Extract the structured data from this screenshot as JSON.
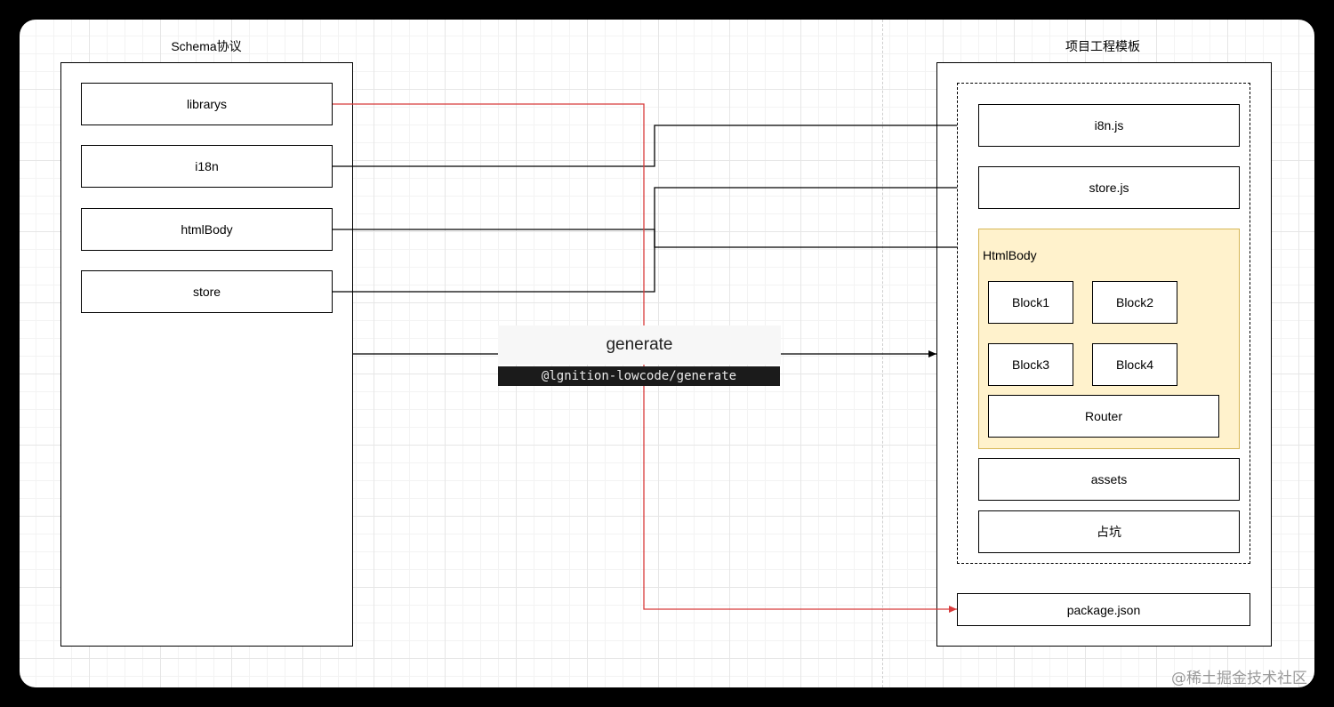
{
  "left": {
    "title": "Schema协议",
    "items": [
      "librarys",
      "i18n",
      "htmlBody",
      "store"
    ]
  },
  "right": {
    "title": "项目工程模板",
    "files": {
      "i18n": "i8n.js",
      "store": "store.js",
      "assets": "assets",
      "placeholder": "占坑",
      "package": "package.json"
    },
    "html_body": {
      "label": "HtmlBody",
      "blocks": [
        "Block1",
        "Block2",
        "Block3",
        "Block4"
      ],
      "router": "Router"
    }
  },
  "generator": {
    "label": "generate",
    "package": "@lgnition-lowcode/generate"
  },
  "watermark": "@稀土掘金技术社区",
  "colors": {
    "line": "#000000",
    "highlight_line": "#d83b3b",
    "htmlbody_fill": "#fff2cc",
    "htmlbody_border": "#d6b656"
  }
}
